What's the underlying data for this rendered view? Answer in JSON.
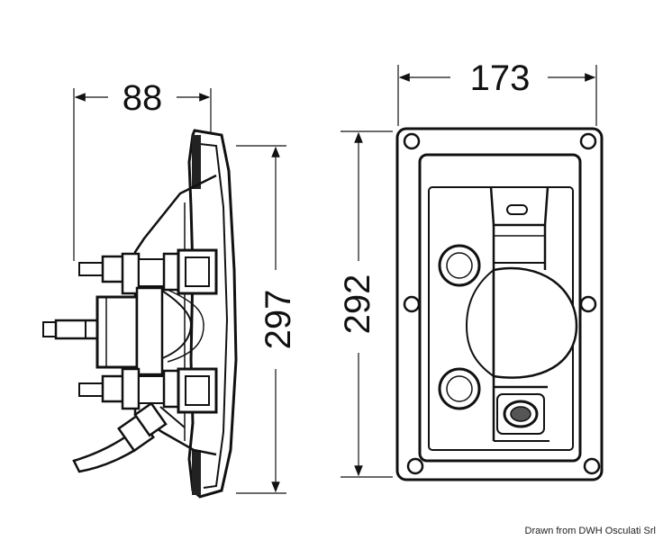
{
  "dimensions": {
    "side_width": "88",
    "side_height": "297",
    "front_width": "173",
    "front_height": "292"
  },
  "credit": "Drawn from DWH Osculati Srl",
  "colors": {
    "line": "#111111",
    "background": "#ffffff"
  }
}
